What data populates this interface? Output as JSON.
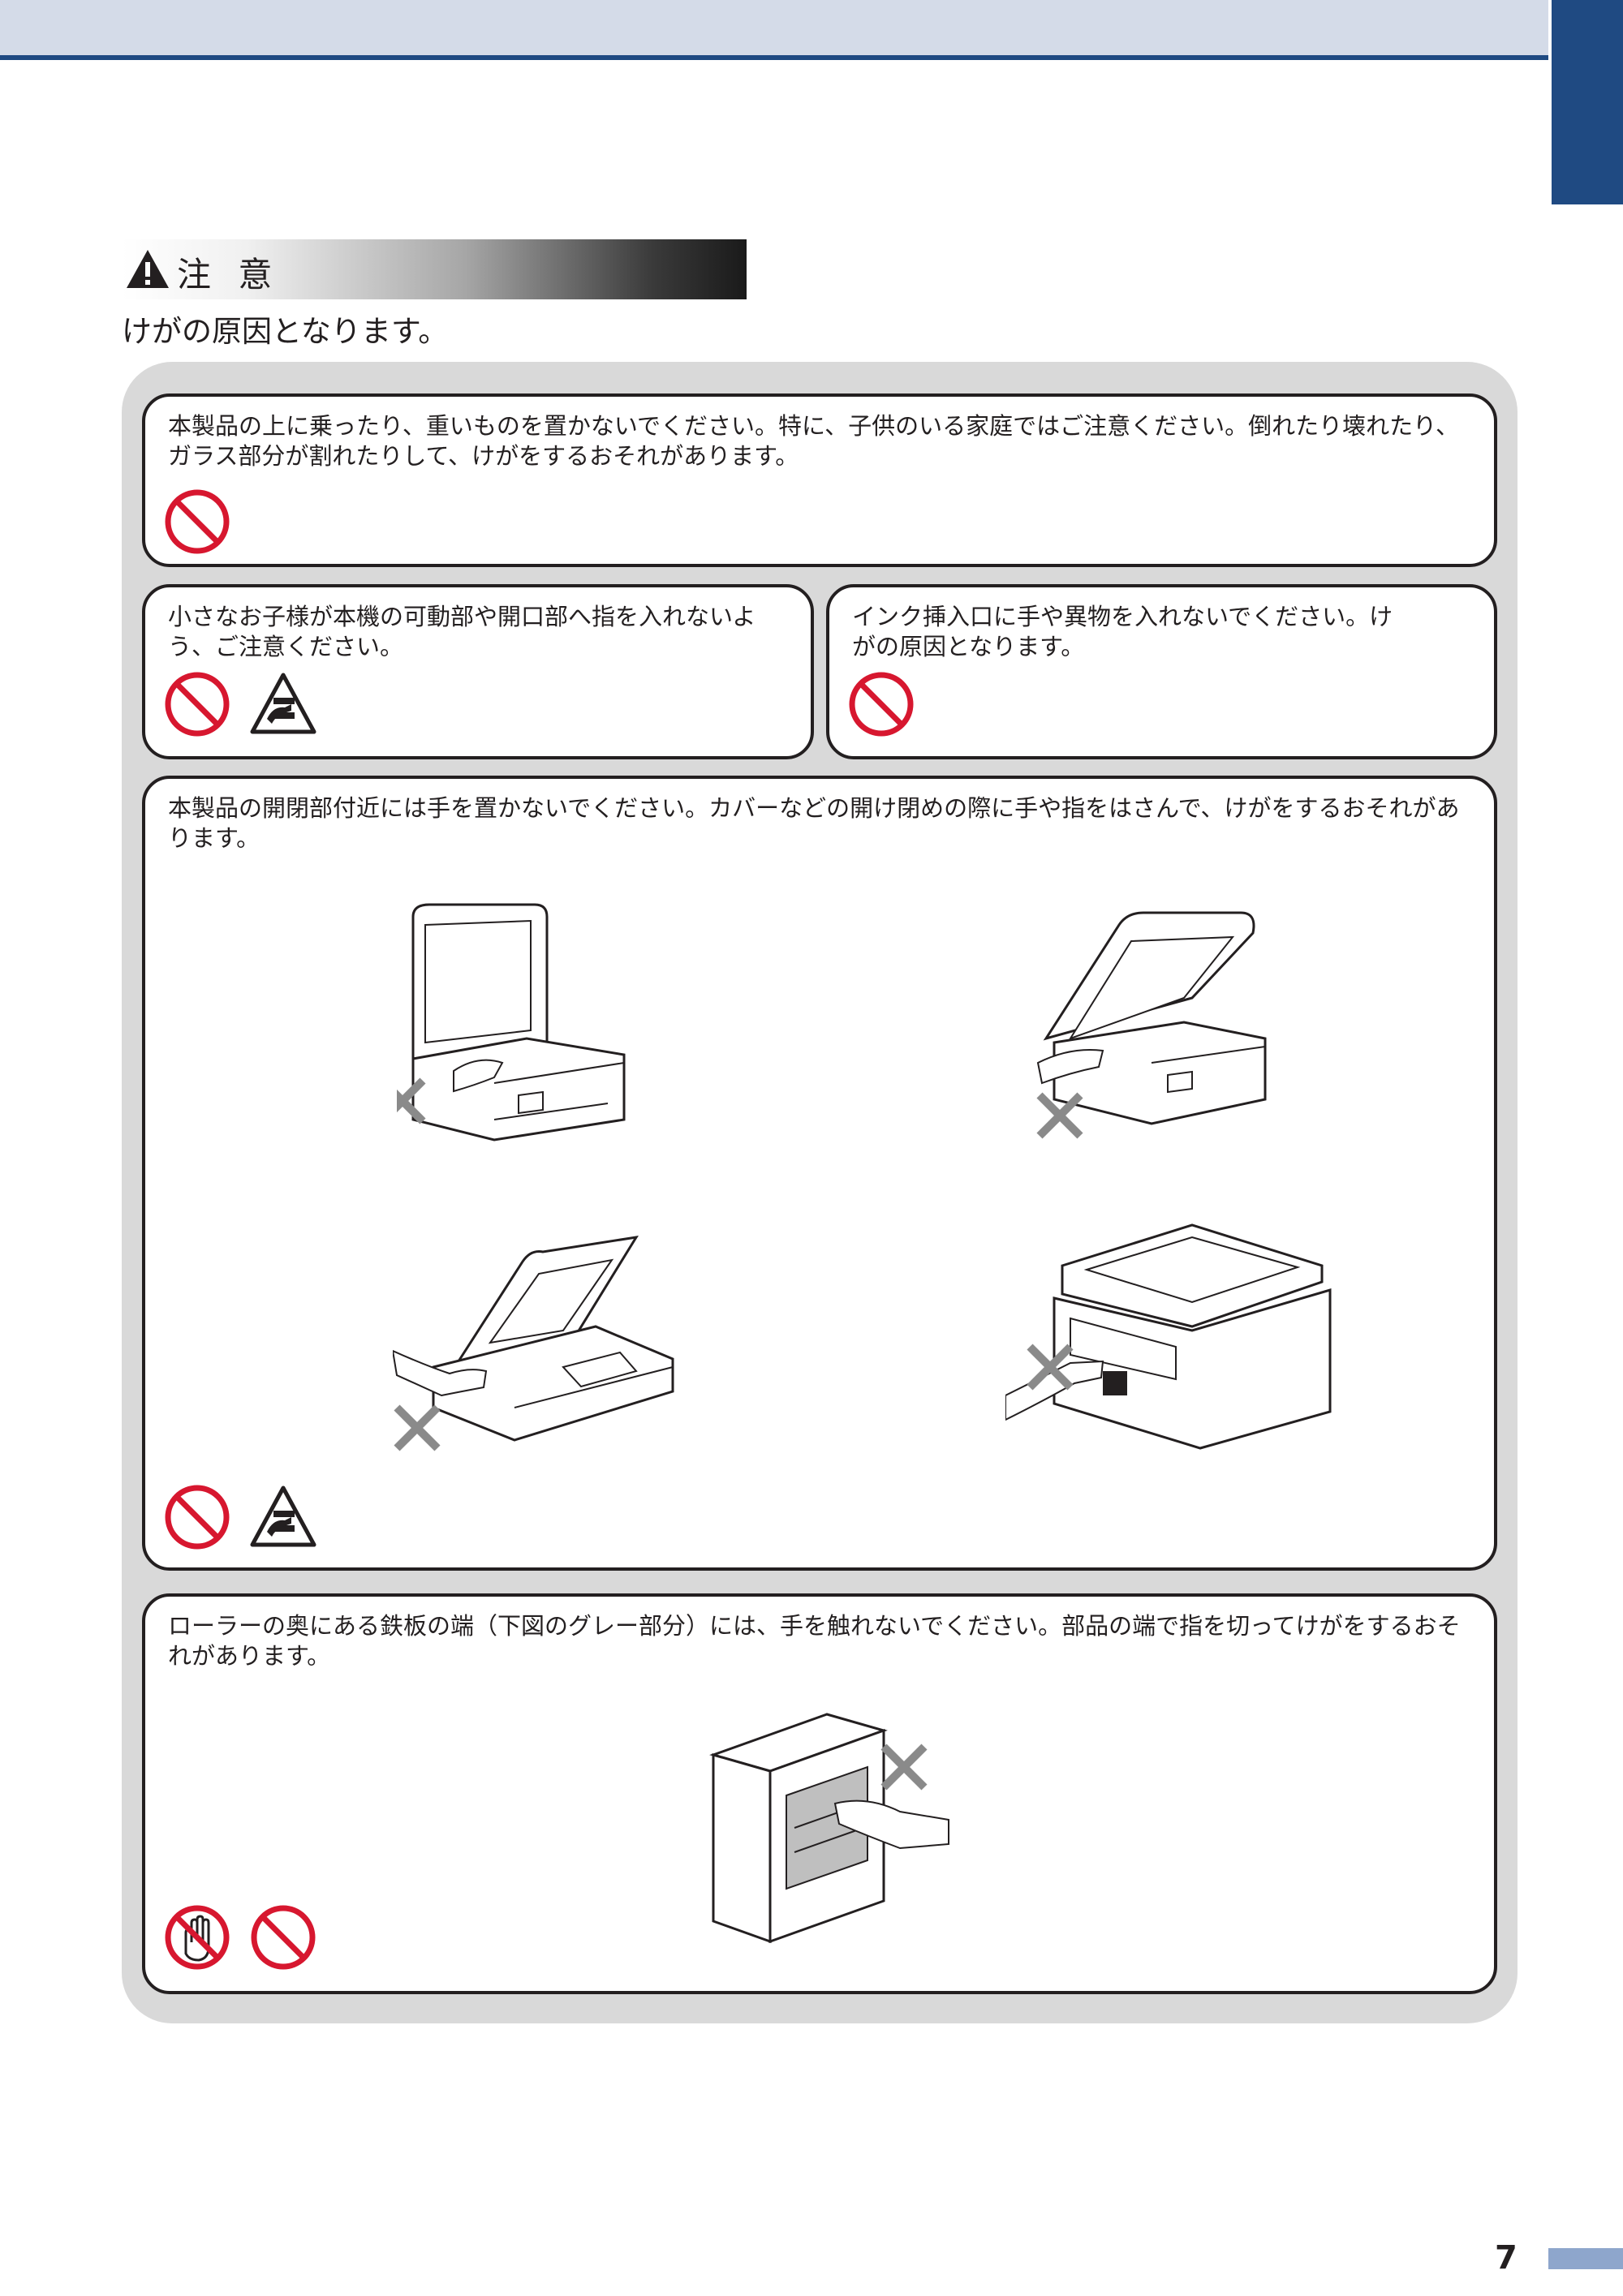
{
  "header": {
    "bar_color": "#d4dbe8",
    "line_color": "#1f4a82",
    "tab_color": "#1f4a82"
  },
  "caution": {
    "title": "注 意",
    "icon": "warning-triangle-icon",
    "lead": "けがの原因となります。"
  },
  "warnings": [
    {
      "text": "本製品の上に乗ったり、重いものを置かないでください。特に、子供のいる家庭ではご注意ください。倒れたり壊れたり、ガラス部分が割れたりして、けがをするおそれがあります。",
      "icons": [
        "prohibited-icon"
      ]
    },
    {
      "text": "小さなお子様が本機の可動部や開口部へ指を入れないよう、ご注意ください。",
      "icons": [
        "prohibited-icon",
        "finger-pinch-warning-icon"
      ]
    },
    {
      "text": "インク挿入口に手や異物を入れないでください。けがの原因となります。",
      "icons": [
        "prohibited-icon"
      ]
    },
    {
      "text": "本製品の開閉部付近には手を置かないでください。カバーなどの開け閉めの際に手や指をはさんで、けがをするおそれがあります。",
      "icons": [
        "prohibited-icon",
        "finger-pinch-warning-icon"
      ]
    },
    {
      "text": "ローラーの奥にある鉄板の端（下図のグレー部分）には、手を触れないでください。部品の端で指を切ってけがをするおそれがあります。",
      "icons": [
        "no-touch-icon",
        "prohibited-icon"
      ]
    }
  ],
  "colors": {
    "prohibit_red": "#d7172f",
    "panel_gray": "#d9d9d9",
    "cross_gray": "#8a8a8a"
  },
  "page": {
    "number": "7"
  }
}
